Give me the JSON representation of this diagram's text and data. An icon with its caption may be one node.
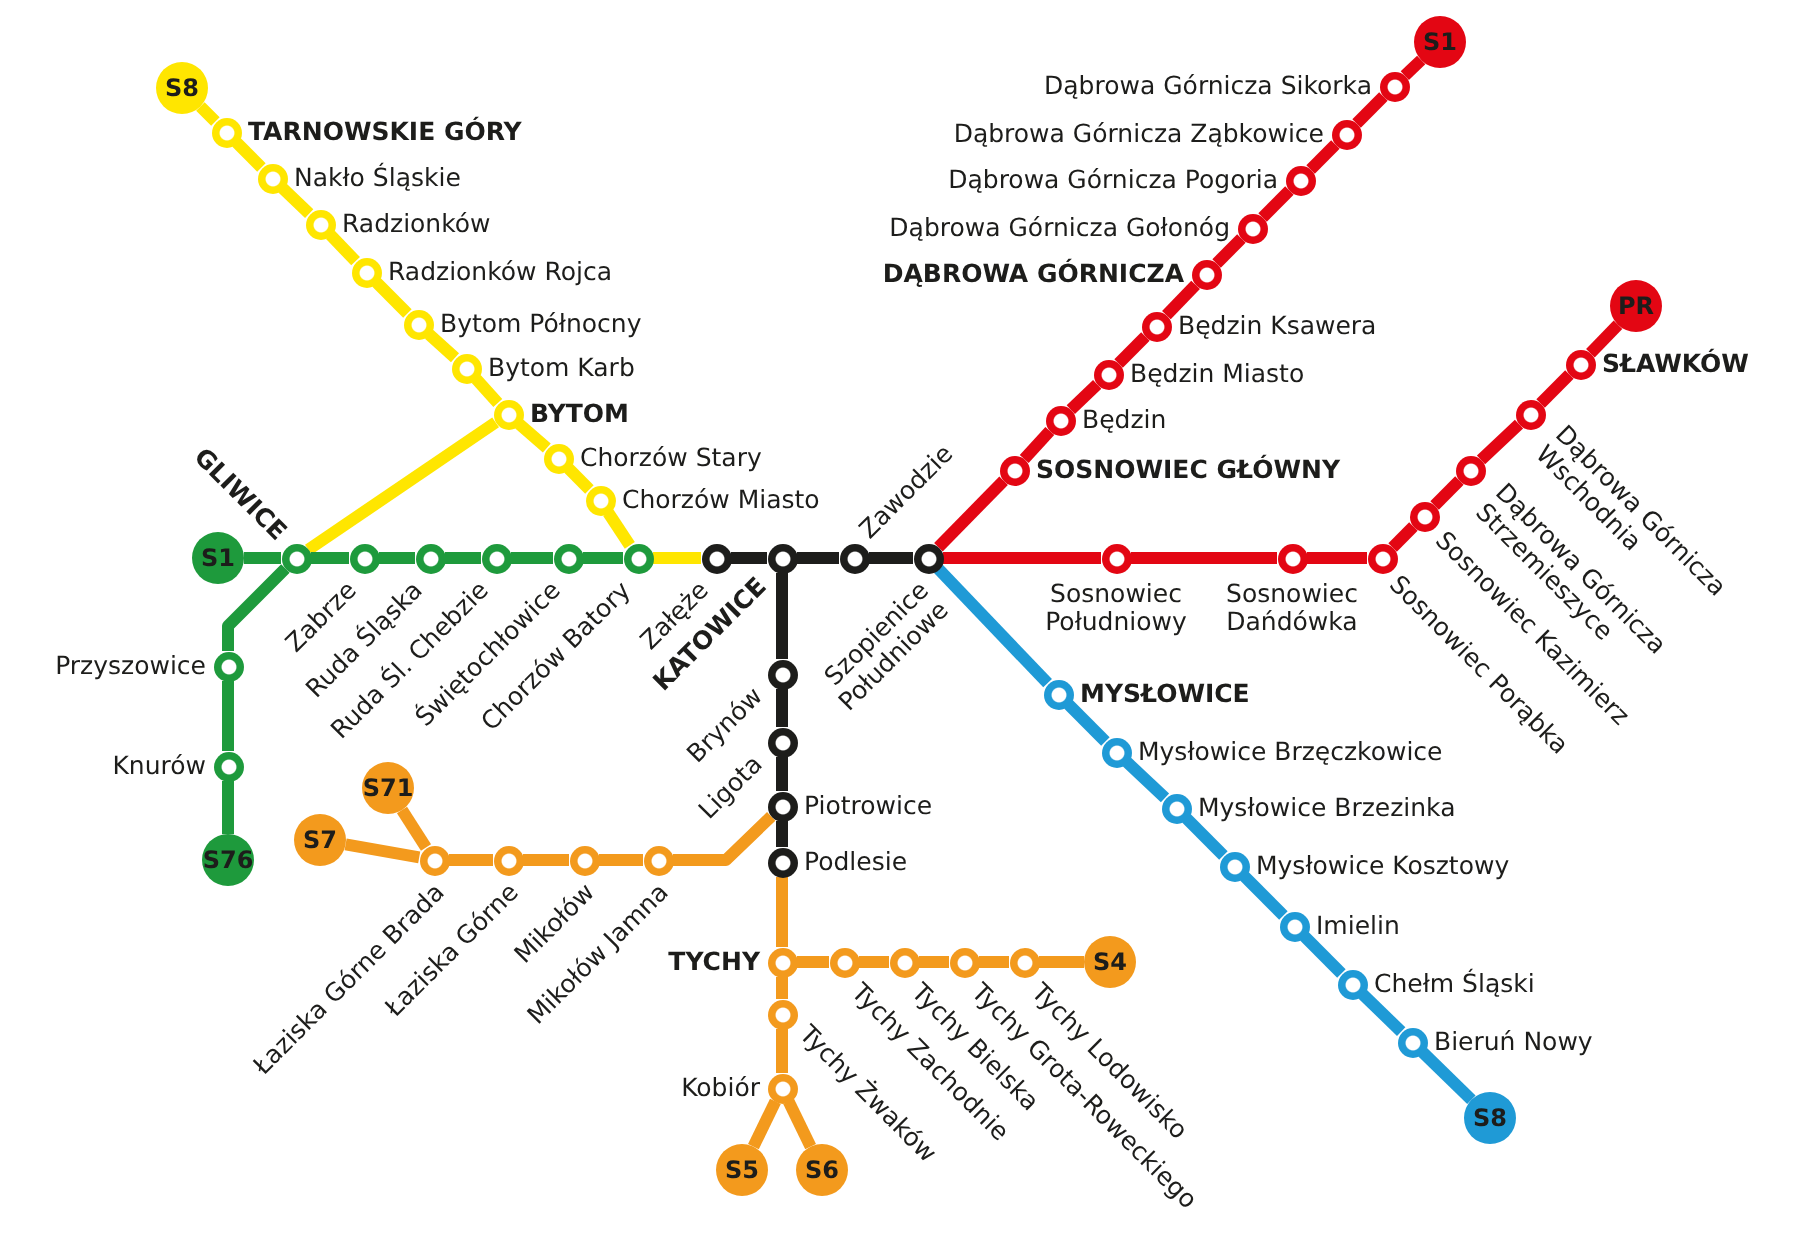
{
  "diagram": {
    "nodes": [
      {
        "text": [
          "S8"
        ]
      },
      {
        "text": [],
        "shape": "circle",
        "beside": [
          "TARNOWSKIE GÓRY"
        ]
      },
      {
        "text": [],
        "shape": "circle",
        "beside": [
          "Nakło Śląskie"
        ]
      },
      {
        "text": [],
        "shape": "circle",
        "beside": [
          "Radzionków"
        ]
      },
      {
        "text": [],
        "shape": "circle",
        "beside": [
          "Radzionków Rojca"
        ]
      },
      {
        "text": [],
        "shape": "circle",
        "beside": [
          "Bytom Północny"
        ]
      },
      {
        "text": [],
        "shape": "circle",
        "beside": [
          "Bytom Karb"
        ]
      },
      {
        "text": [],
        "shape": "circle",
        "beside": [
          "BYTOM"
        ]
      },
      {
        "text": [],
        "shape": "circle",
        "beside": [
          "Chorzów Stary"
        ]
      },
      {
        "text": [],
        "shape": "circle",
        "beside": [
          "Chorzów Miasto"
        ]
      },
      {
        "text": [
          "S1"
        ]
      },
      {
        "text": [],
        "shape": "circle",
        "beside": [
          "Dąbrowa Górnicza Sikorka"
        ]
      },
      {
        "text": [],
        "shape": "circle",
        "beside": [
          "Dąbrowa Górnicza Ząbkowice"
        ]
      },
      {
        "text": [],
        "shape": "circle",
        "beside": [
          "Dąbrowa Górnicza Pogoria"
        ]
      },
      {
        "text": [],
        "shape": "circle",
        "beside": [
          "Dąbrowa Górnicza Gołonóg"
        ]
      },
      {
        "text": [],
        "shape": "circle",
        "beside": [
          "DĄBROWA GÓRNICZA"
        ]
      },
      {
        "text": [],
        "shape": "circle",
        "beside": [
          "Będzin Ksawera"
        ]
      },
      {
        "text": [],
        "shape": "circle",
        "beside": [
          "Będzin Miasto"
        ]
      },
      {
        "text": [],
        "shape": "circle",
        "beside": [
          "Będzin"
        ]
      },
      {
        "text": [],
        "shape": "circle",
        "beside": [
          "SOSNOWIEC GŁÓWNY"
        ]
      },
      {
        "text": [
          "PR"
        ]
      },
      {
        "text": [],
        "shape": "circle",
        "beside": [
          "SŁAWKÓW"
        ]
      },
      {
        "text": [],
        "shape": "circle",
        "beside": [
          "Dąbrowa Górnicza Wschodnia"
        ]
      },
      {
        "text": [],
        "shape": "circle",
        "beside": [
          "Dąbrowa Górnicza Strzemieszyce"
        ]
      },
      {
        "text": [],
        "shape": "circle",
        "beside": [
          "Sosnowiec Kazimierz"
        ]
      },
      {
        "text": [],
        "shape": "circle",
        "beside": [
          "Sosnowiec Porąbka"
        ]
      },
      {
        "text": [
          "S1"
        ]
      },
      {
        "text": [],
        "shape": "circle",
        "beside": [
          "GLIWICE"
        ]
      },
      {
        "text": [],
        "shape": "circle",
        "beside": [
          "Zabrze"
        ]
      },
      {
        "text": [],
        "shape": "circle",
        "beside": [
          "Ruda Śląska"
        ]
      },
      {
        "text": [],
        "shape": "circle",
        "beside": [
          "Ruda Śl. Chebzie"
        ]
      },
      {
        "text": [],
        "shape": "circle",
        "beside": [
          "Świętochłowice"
        ]
      },
      {
        "text": [],
        "shape": "circle",
        "beside": [
          "Chorzów Batory"
        ]
      },
      {
        "text": [],
        "shape": "circle",
        "beside": [
          "Załęże"
        ]
      },
      {
        "text": [],
        "shape": "circle",
        "beside": [
          "KATOWICE"
        ]
      },
      {
        "text": [],
        "shape": "circle",
        "beside": [
          "Zawodzie"
        ]
      },
      {
        "text": [],
        "shape": "circle",
        "beside": [
          "Szopienice Południowe"
        ]
      },
      {
        "text": [],
        "shape": "circle",
        "beside": [
          "Sosnowiec Południowy"
        ]
      },
      {
        "text": [],
        "shape": "circle",
        "beside": [
          "Sosnowiec Dańdówka"
        ]
      },
      {
        "text": [],
        "shape": "circle",
        "beside": [
          "Przyszowice"
        ]
      },
      {
        "text": [],
        "shape": "circle",
        "beside": [
          "Knurów"
        ]
      },
      {
        "text": [
          "S76"
        ]
      },
      {
        "text": [],
        "shape": "circle",
        "beside": [
          "Brynów"
        ]
      },
      {
        "text": [],
        "shape": "circle",
        "beside": [
          "Ligota"
        ]
      },
      {
        "text": [],
        "shape": "circle",
        "beside": [
          "Piotrowice"
        ]
      },
      {
        "text": [],
        "shape": "circle",
        "beside": [
          "Podlesie"
        ]
      },
      {
        "text": [],
        "shape": "circle",
        "beside": [
          "MYSŁOWICE"
        ]
      },
      {
        "text": [],
        "shape": "circle",
        "beside": [
          "Mysłowice Brzęczkowice"
        ]
      },
      {
        "text": [],
        "shape": "circle",
        "beside": [
          "Mysłowice Brzezinka"
        ]
      },
      {
        "text": [],
        "shape": "circle",
        "beside": [
          "Mysłowice Kosztowy"
        ]
      },
      {
        "text": [],
        "shape": "circle",
        "beside": [
          "Imielin"
        ]
      },
      {
        "text": [],
        "shape": "circle",
        "beside": [
          "Chełm Śląski"
        ]
      },
      {
        "text": [],
        "shape": "circle",
        "beside": [
          "Bieruń Nowy"
        ]
      },
      {
        "text": [
          "S8"
        ]
      },
      {
        "text": [
          "S71"
        ]
      },
      {
        "text": [
          "S7"
        ]
      },
      {
        "text": [],
        "shape": "circle",
        "beside": [
          "Łaziska Górne Brada"
        ]
      },
      {
        "text": [],
        "shape": "circle",
        "beside": [
          "Łaziska Górne"
        ]
      },
      {
        "text": [],
        "shape": "circle",
        "beside": [
          "Mikołów"
        ]
      },
      {
        "text": [],
        "shape": "circle",
        "beside": [
          "Mikołów Jamna"
        ]
      },
      {
        "text": [],
        "shape": "circle",
        "beside": [
          "TYCHY"
        ]
      },
      {
        "text": [],
        "shape": "circle",
        "beside": [
          "Tychy Zachodnie"
        ]
      },
      {
        "text": [],
        "shape": "circle",
        "beside": [
          "Tychy Bielska"
        ]
      },
      {
        "text": [],
        "shape": "circle",
        "beside": [
          "Tychy Grota-Roweckiego"
        ]
      },
      {
        "text": [],
        "shape": "circle",
        "beside": [
          "Tychy Lodowisko"
        ]
      },
      {
        "text": [
          "S4"
        ]
      },
      {
        "text": [],
        "shape": "circle",
        "beside": [
          "Tychy Żwaków"
        ]
      },
      {
        "text": [],
        "shape": "circle",
        "beside": [
          "Kobiór"
        ]
      },
      {
        "text": [
          "S5"
        ]
      },
      {
        "text": [
          "S6"
        ]
      }
    ],
    "edges": [
      {
        "from": 0,
        "to": 1,
        "arrow": "none",
        "color": "#ffe600"
      },
      {
        "from": 1,
        "to": 2,
        "arrow": "none",
        "color": "#ffe600"
      },
      {
        "from": 2,
        "to": 3,
        "arrow": "none",
        "color": "#ffe600"
      },
      {
        "from": 3,
        "to": 4,
        "arrow": "none",
        "color": "#ffe600"
      },
      {
        "from": 4,
        "to": 5,
        "arrow": "none",
        "color": "#ffe600"
      },
      {
        "from": 5,
        "to": 6,
        "arrow": "none",
        "color": "#ffe600"
      },
      {
        "from": 6,
        "to": 7,
        "arrow": "none",
        "color": "#ffe600"
      },
      {
        "from": 7,
        "to": 8,
        "arrow": "none",
        "color": "#ffe600"
      },
      {
        "from": 8,
        "to": 9,
        "arrow": "none",
        "color": "#ffe600"
      },
      {
        "from": 9,
        "to": 32,
        "arrow": "none",
        "color": "#ffe600"
      },
      {
        "from": 7,
        "to": 27,
        "arrow": "none",
        "color": "#ffe600"
      },
      {
        "from": 32,
        "to": 33,
        "arrow": "none",
        "color": "#ffe600"
      },
      {
        "from": 26,
        "to": 27,
        "arrow": "none",
        "color": "#1e9a3c"
      },
      {
        "from": 27,
        "to": 28,
        "arrow": "none",
        "color": "#1e9a3c"
      },
      {
        "from": 28,
        "to": 29,
        "arrow": "none",
        "color": "#1e9a3c"
      },
      {
        "from": 29,
        "to": 30,
        "arrow": "none",
        "color": "#1e9a3c"
      },
      {
        "from": 30,
        "to": 31,
        "arrow": "none",
        "color": "#1e9a3c"
      },
      {
        "from": 31,
        "to": 32,
        "arrow": "none",
        "color": "#1e9a3c"
      },
      {
        "from": 27,
        "to": 39,
        "arrow": "none",
        "color": "#1e9a3c"
      },
      {
        "from": 39,
        "to": 40,
        "arrow": "none",
        "color": "#1e9a3c"
      },
      {
        "from": 40,
        "to": 41,
        "arrow": "none",
        "color": "#1e9a3c"
      },
      {
        "from": 33,
        "to": 34,
        "arrow": "none",
        "color": "#1d1d1b"
      },
      {
        "from": 34,
        "to": 35,
        "arrow": "none",
        "color": "#1d1d1b"
      },
      {
        "from": 35,
        "to": 36,
        "arrow": "none",
        "color": "#1d1d1b"
      },
      {
        "from": 34,
        "to": 42,
        "arrow": "none",
        "color": "#1d1d1b"
      },
      {
        "from": 42,
        "to": 43,
        "arrow": "none",
        "color": "#1d1d1b"
      },
      {
        "from": 43,
        "to": 44,
        "arrow": "none",
        "color": "#1d1d1b"
      },
      {
        "from": 44,
        "to": 45,
        "arrow": "none",
        "color": "#1d1d1b"
      },
      {
        "from": 36,
        "to": 19,
        "arrow": "none"
      },
      {
        "from": 19,
        "to": 18,
        "arrow": "none"
      },
      {
        "from": 18,
        "to": 17,
        "arrow": "none"
      },
      {
        "from": 17,
        "to": 16,
        "arrow": "none"
      },
      {
        "from": 16,
        "to": 15,
        "arrow": "none"
      },
      {
        "from": 15,
        "to": 14,
        "arrow": "none"
      },
      {
        "from": 14,
        "to": 13,
        "arrow": "none"
      },
      {
        "from": 13,
        "to": 12,
        "arrow": "none"
      },
      {
        "from": 12,
        "to": 11,
        "arrow": "none"
      },
      {
        "from": 11,
        "to": 10,
        "arrow": "none"
      },
      {
        "from": 36,
        "to": 37,
        "arrow": "none"
      },
      {
        "from": 37,
        "to": 38,
        "arrow": "none"
      },
      {
        "from": 38,
        "to": 25,
        "arrow": "none"
      },
      {
        "from": 25,
        "to": 24,
        "arrow": "none"
      },
      {
        "from": 24,
        "to": 23,
        "arrow": "none"
      },
      {
        "from": 23,
        "to": 22,
        "arrow": "none"
      },
      {
        "from": 22,
        "to": 21,
        "arrow": "none"
      },
      {
        "from": 21,
        "to": 20,
        "arrow": "none"
      },
      {
        "from": 36,
        "to": 46,
        "arrow": "none",
        "color": "#1f9ad6"
      },
      {
        "from": 46,
        "to": 47,
        "arrow": "none",
        "color": "#1f9ad6"
      },
      {
        "from": 47,
        "to": 48,
        "arrow": "none",
        "color": "#1f9ad6"
      },
      {
        "from": 48,
        "to": 49,
        "arrow": "none",
        "color": "#1f9ad6"
      },
      {
        "from": 49,
        "to": 50,
        "arrow": "none",
        "color": "#1f9ad6"
      },
      {
        "from": 50,
        "to": 51,
        "arrow": "none",
        "color": "#1f9ad6"
      },
      {
        "from": 51,
        "to": 52,
        "arrow": "none",
        "color": "#1f9ad6"
      },
      {
        "from": 52,
        "to": 53,
        "arrow": "none",
        "color": "#1f9ad6"
      },
      {
        "from": 44,
        "to": 59,
        "arrow": "none",
        "color": "#f39a1d"
      },
      {
        "from": 59,
        "to": 58,
        "arrow": "none",
        "color": "#f39a1d"
      },
      {
        "from": 58,
        "to": 57,
        "arrow": "none",
        "color": "#f39a1d"
      },
      {
        "from": 57,
        "to": 56,
        "arrow": "none",
        "color": "#f39a1d"
      },
      {
        "from": 56,
        "to": 54,
        "arrow": "none",
        "color": "#f39a1d"
      },
      {
        "from": 56,
        "to": 55,
        "arrow": "none",
        "color": "#f39a1d"
      },
      {
        "from": 45,
        "to": 60,
        "arrow": "none",
        "color": "#f39a1d"
      },
      {
        "from": 60,
        "to": 61,
        "arrow": "none",
        "color": "#f39a1d"
      },
      {
        "from": 61,
        "to": 62,
        "arrow": "none",
        "color": "#f39a1d"
      },
      {
        "from": 62,
        "to": 63,
        "arrow": "none",
        "color": "#f39a1d"
      },
      {
        "from": 63,
        "to": 64,
        "arrow": "none",
        "color": "#f39a1d"
      },
      {
        "from": 64,
        "to": 65,
        "arrow": "none",
        "color": "#f39a1d"
      },
      {
        "from": 60,
        "to": 66,
        "arrow": "none",
        "color": "#f39a1d"
      },
      {
        "from": 66,
        "to": 67,
        "arrow": "none",
        "color": "#f39a1d"
      },
      {
        "from": 67,
        "to": 68,
        "arrow": "none",
        "color": "#f39a1d"
      },
      {
        "from": 67,
        "to": 69,
        "arrow": "none",
        "color": "#f39a1d"
      }
    ]
  }
}
